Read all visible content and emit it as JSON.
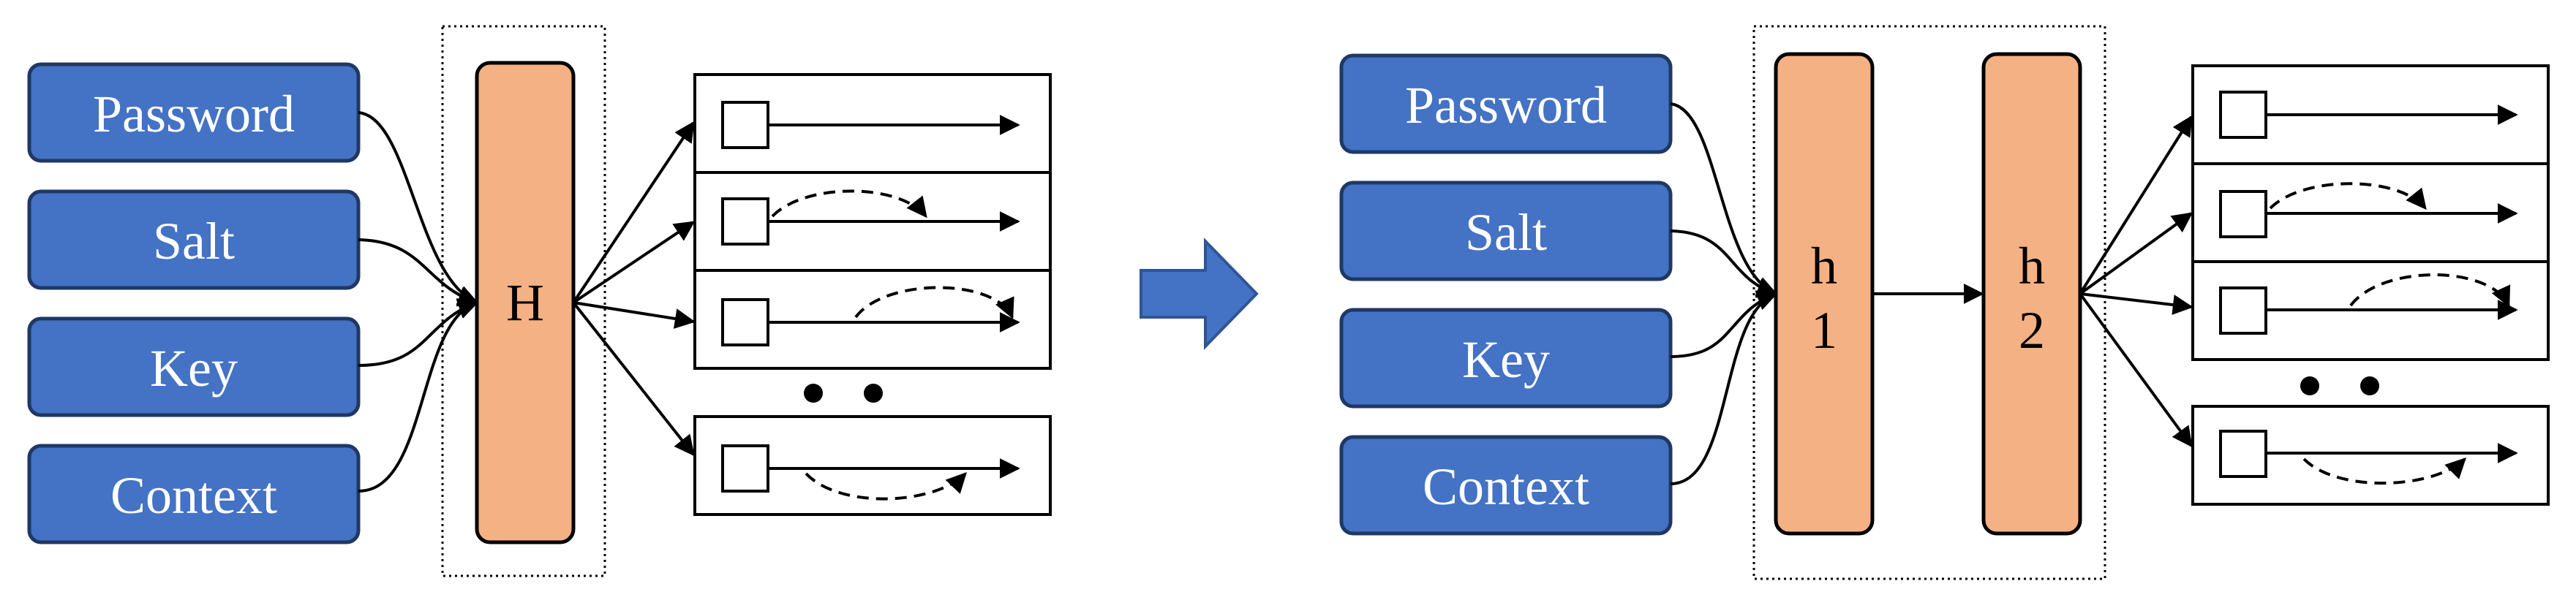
{
  "left": {
    "inputs": [
      "Password",
      "Salt",
      "Key",
      "Context"
    ],
    "hash_label": "H"
  },
  "right": {
    "inputs": [
      "Password",
      "Salt",
      "Key",
      "Context"
    ],
    "hash1_label_line1": "h",
    "hash1_label_line2": "1",
    "hash2_label_line1": "h",
    "hash2_label_line2": "2"
  },
  "colors": {
    "input_fill": "#4472C4",
    "hash_fill": "#F4B183",
    "arrow_fill": "#4472C4"
  },
  "icons": [
    "right-arrow-icon"
  ]
}
